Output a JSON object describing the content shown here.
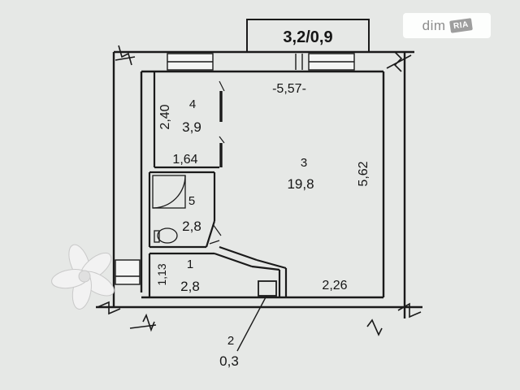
{
  "watermark": {
    "brand": "dim",
    "tag": "RIA"
  },
  "balcony": {
    "label": "3,2/0,9"
  },
  "rooms": [
    {
      "number": "3",
      "area": "19,8"
    },
    {
      "number": "4",
      "area": "3,9"
    },
    {
      "number": "5",
      "area": "2,8"
    },
    {
      "number": "1",
      "area": "2,8"
    },
    {
      "number": "2",
      "area": "0,3"
    }
  ],
  "dimensions": {
    "top_width": "-5,57-",
    "right_height": "5,62",
    "bottom_right": "2,26",
    "room4_height": "2,40",
    "room4_width": "1,64",
    "room1_height": "1,13"
  },
  "colors": {
    "line": "#1a1a1a",
    "paper": "#e6e8e6",
    "wall_fill": "#f4f5f4"
  }
}
